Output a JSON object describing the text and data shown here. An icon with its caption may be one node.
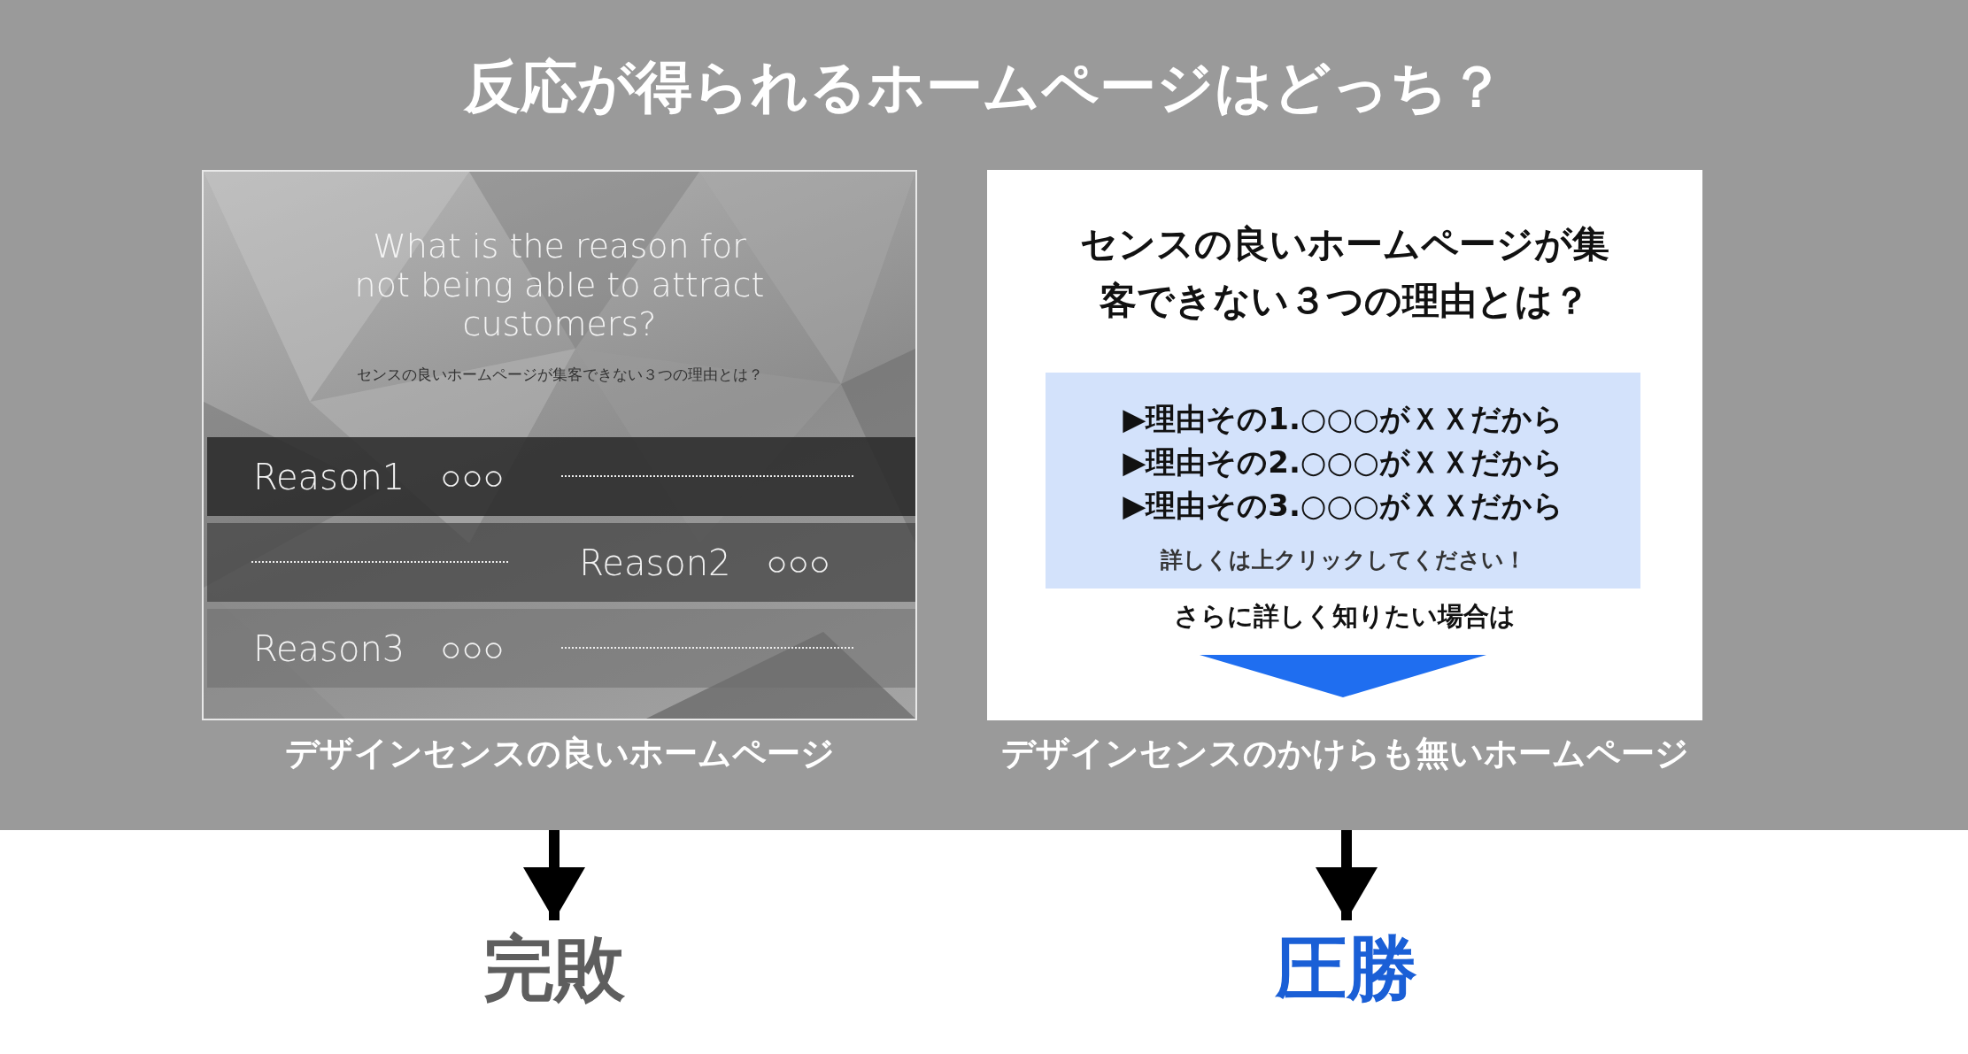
{
  "diagram": {
    "title": "反応が得られるホームページはどっち？",
    "nodes": [
      {
        "text": [
          "What is the reason for not being able to attract customers?",
          "センスの良いホームページが集客できない３つの理由とは？"
        ],
        "beside": [
          "デザインセンスの良いホームページ"
        ]
      },
      {
        "text": [
          "Reason1　○○○"
        ],
        "in": 0
      },
      {
        "text": [
          "Reason2　○○○"
        ],
        "in": 0
      },
      {
        "text": [
          "Reason3　○○○"
        ],
        "in": 0
      },
      {
        "text": [
          "センスの良いホームページが集客できない３つの理由とは？",
          "さらに詳しく知りたい場合は"
        ],
        "beside": [
          "デザインセンスのかけらも無いホームページ"
        ]
      },
      {
        "text": [
          "▶理由その1.○○○がＸＸだから",
          "▶理由その2.○○○がＸＸだから",
          "▶理由その3.○○○がＸＸだから",
          "詳しくは上クリックしてください！"
        ],
        "in": 4
      },
      {
        "text": [
          "完敗"
        ]
      },
      {
        "text": [
          "圧勝"
        ]
      }
    ],
    "edges": [
      {
        "from": 0,
        "to": 6,
        "arrow": "to"
      },
      {
        "from": 4,
        "to": 7,
        "arrow": "to"
      }
    ]
  }
}
